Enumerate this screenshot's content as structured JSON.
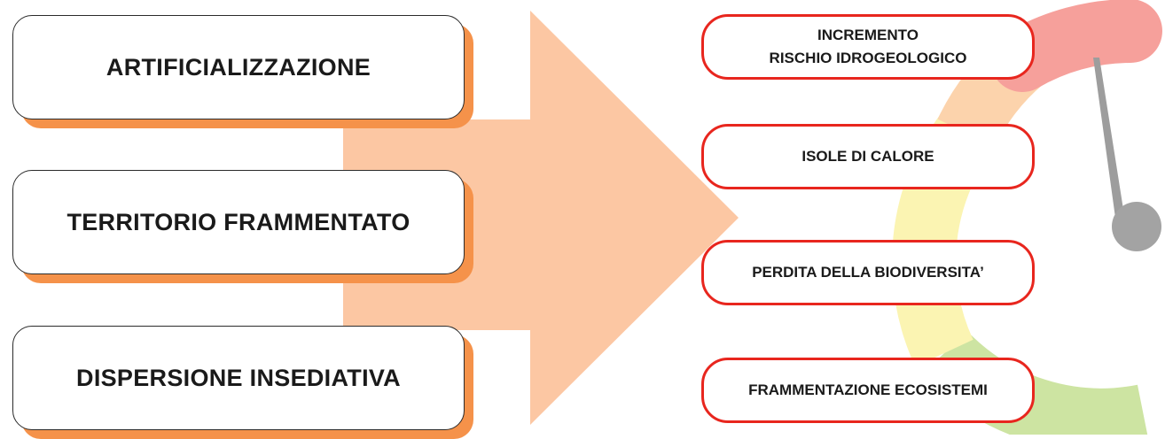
{
  "causes": [
    {
      "label": "ARTIFICIALIZZAZIONE"
    },
    {
      "label": "TERRITORIO FRAMMENTATO"
    },
    {
      "label": "DISPERSIONE INSEDIATIVA"
    }
  ],
  "effects": [
    {
      "label": "INCREMENTO\nRISCHIO IDROGEOLOGICO"
    },
    {
      "label": "ISOLE DI CALORE"
    },
    {
      "label": "PERDITA DELLA BIODIVERSITA’"
    },
    {
      "label": "FRAMMENTAZIONE ECOSISTEMI"
    }
  ],
  "colors": {
    "arrow": "#fcc7a3",
    "cause_shadow": "#f5924a",
    "effect_border": "#e8261e",
    "gauge_red": "#f6a09b",
    "gauge_orange": "#fcd3ac",
    "gauge_yellow": "#fbf4b2",
    "gauge_green": "#cde4a2",
    "needle": "#9d9d9d"
  }
}
